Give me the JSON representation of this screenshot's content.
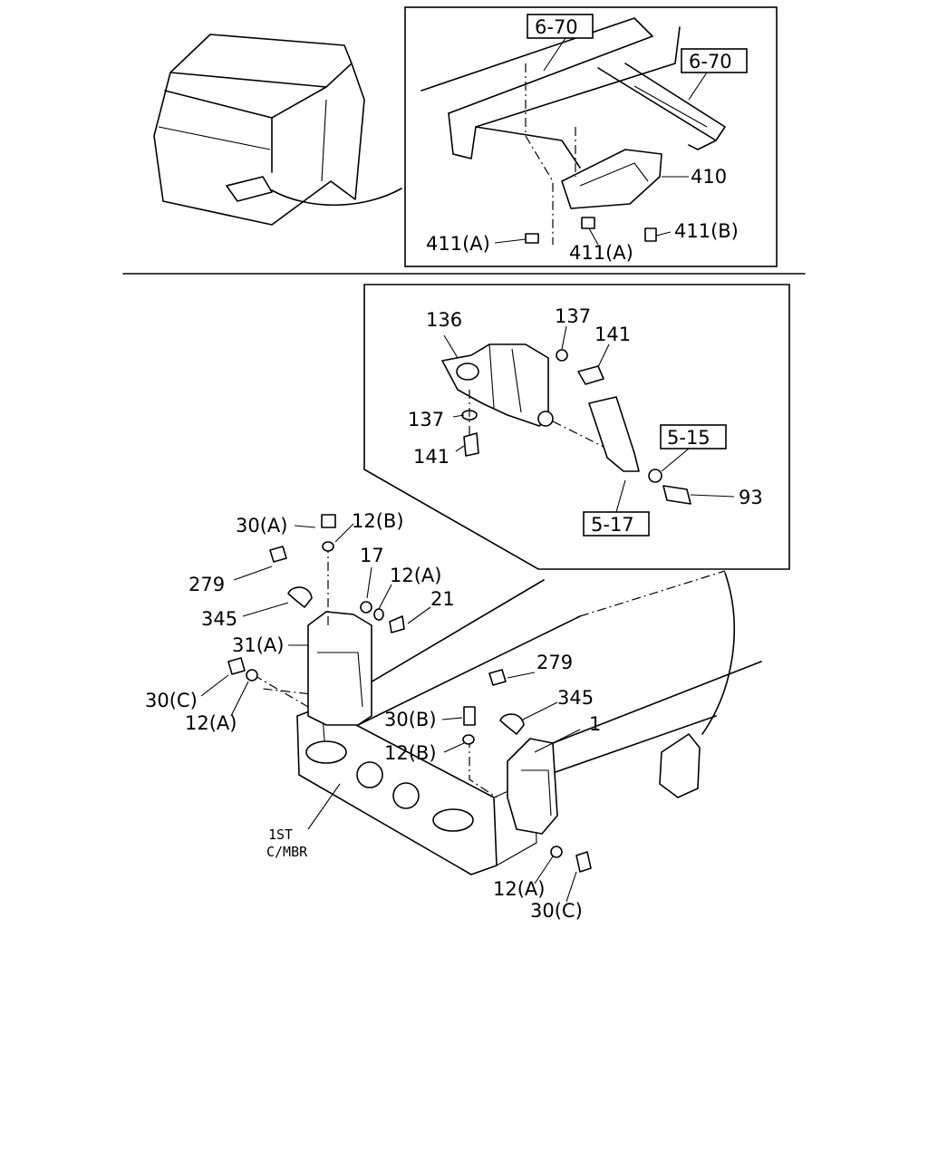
{
  "labels": {
    "top_ref_left": "6-70",
    "top_ref_right": "6-70",
    "p410": "410",
    "p411a_left": "411(A)",
    "p411a_mid": "411(A)",
    "p411b": "411(B)",
    "p136": "136",
    "p137_top": "137",
    "p141_top": "141",
    "p137_mid": "137",
    "p141_mid": "141",
    "ref_515": "5-15",
    "p93": "93",
    "ref_517": "5-17",
    "p30a": "30(A)",
    "p12b_top": "12(B)",
    "p279_left": "279",
    "p17": "17",
    "p12a_top": "12(A)",
    "p21": "21",
    "p345_left": "345",
    "p31a": "31(A)",
    "p30c_left": "30(C)",
    "p12a_left": "12(A)",
    "p279_right": "279",
    "p345_right": "345",
    "p30b": "30(B)",
    "p1": "1",
    "p12b_mid": "12(B)",
    "crossmember_line1": "1ST",
    "crossmember_line2": "C/MBR",
    "p12a_bottom": "12(A)",
    "p30c_bottom": "30(C)"
  }
}
